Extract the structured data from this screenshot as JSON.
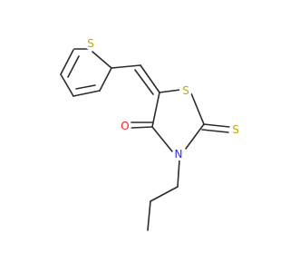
{
  "molecule": {
    "atoms": {
      "s_thiophene": {
        "label": "S",
        "color": "#c8a400"
      },
      "s_ring": {
        "label": "S",
        "color": "#c8a400"
      },
      "s_thione": {
        "label": "S",
        "color": "#c8a400"
      },
      "o_carbonyl": {
        "label": "O",
        "color": "#ff2020"
      },
      "n_ring": {
        "label": "N",
        "color": "#2b2bff"
      }
    },
    "bond_color": "#2b2b2b"
  }
}
